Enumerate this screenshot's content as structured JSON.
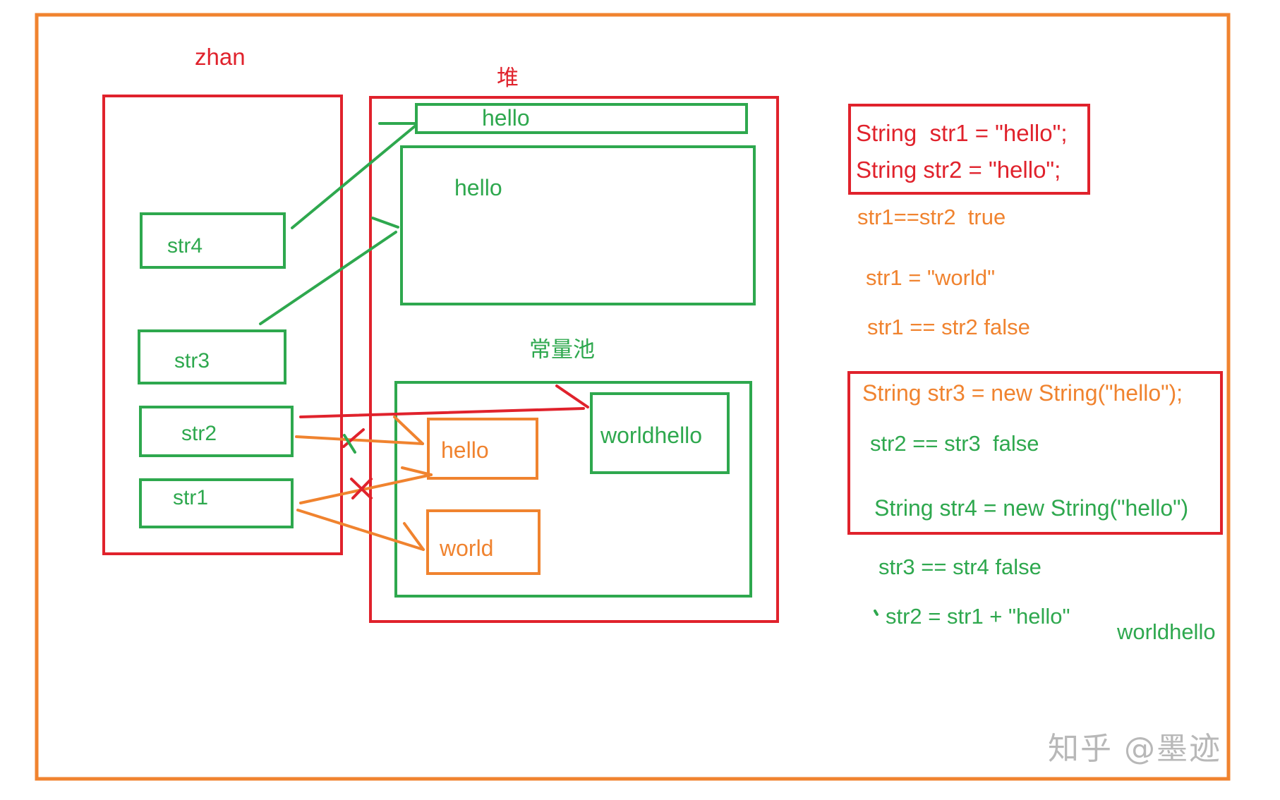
{
  "colors": {
    "red": "#e0222c",
    "green": "#2ea84e",
    "orange": "#f0832f",
    "watermark": "#b8b8b8"
  },
  "stack": {
    "title": "zhan",
    "variables": [
      {
        "id": "str4",
        "label": "str4"
      },
      {
        "id": "str3",
        "label": "str3"
      },
      {
        "id": "str2",
        "label": "str2"
      },
      {
        "id": "str1",
        "label": "str1"
      }
    ]
  },
  "heap": {
    "title": "堆",
    "objects": [
      {
        "id": "heap-hello-1",
        "label": "hello"
      },
      {
        "id": "heap-hello-2",
        "label": "hello"
      }
    ],
    "constant_pool": {
      "title": "常量池",
      "entries": [
        {
          "id": "pool-hello",
          "label": "hello",
          "color": "orange"
        },
        {
          "id": "pool-world",
          "label": "world",
          "color": "orange"
        },
        {
          "id": "pool-worldhello",
          "label": "worldhello",
          "color": "green"
        }
      ]
    }
  },
  "references": [
    {
      "from": "str4",
      "to": "heap-hello-1",
      "color": "green",
      "status": "active"
    },
    {
      "from": "str3",
      "to": "heap-hello-2",
      "color": "green",
      "status": "active"
    },
    {
      "from": "str2",
      "to": "pool-worldhello",
      "color": "red",
      "status": "active"
    },
    {
      "from": "str2",
      "to": "pool-hello",
      "color": "orange",
      "status": "crossed-out"
    },
    {
      "from": "str1",
      "to": "pool-hello",
      "color": "orange",
      "status": "crossed-out"
    },
    {
      "from": "str1",
      "to": "pool-world",
      "color": "orange",
      "status": "active"
    }
  ],
  "notes": {
    "box1": {
      "line1": "String  str1 = \"hello\";",
      "line2": "String str2 = \"hello\";"
    },
    "cmp1": "str1==str2  true",
    "assign1": "str1 = \"world\"",
    "cmp2": "str1 == str2 false",
    "box2": {
      "line1": "String str3 = new String(\"hello\");",
      "line2": "str2 == str3  false",
      "line3": "String str4 = new String(\"hello\")"
    },
    "cmp3": "str3 == str4 false",
    "assign2": "str2 = str1 + \"hello\"",
    "result": "worldhello"
  },
  "watermark": "知乎 @墨迹"
}
